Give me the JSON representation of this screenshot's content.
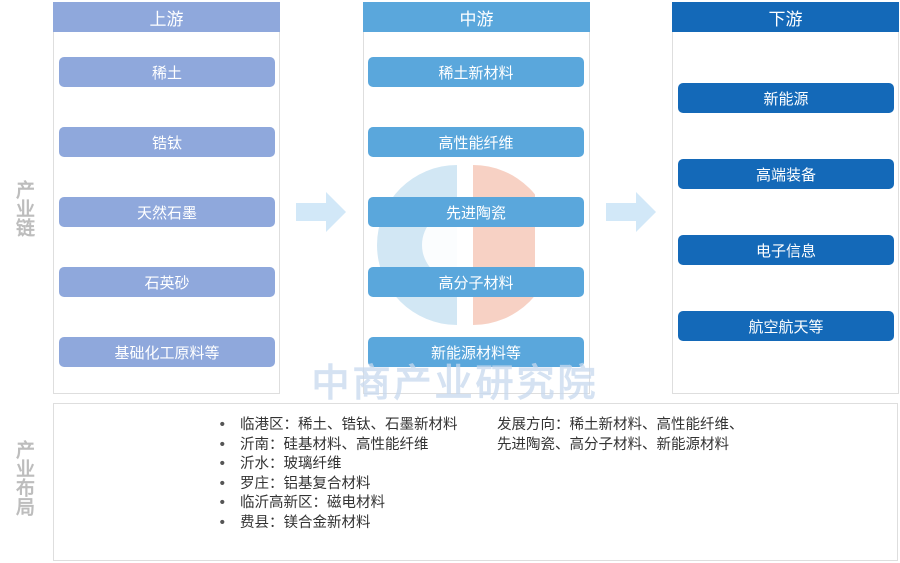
{
  "side_labels": {
    "chain": "产业链",
    "layout": "产业布局"
  },
  "columns": {
    "upstream": {
      "title": "上游",
      "items": [
        "稀土",
        "锆钛",
        "天然石墨",
        "石英砂",
        "基础化工原料等"
      ]
    },
    "midstream": {
      "title": "中游",
      "items": [
        "稀土新材料",
        "高性能纤维",
        "先进陶瓷",
        "高分子材料",
        "新能源材料等"
      ]
    },
    "downstream": {
      "title": "下游",
      "items": [
        "新能源",
        "高端装备",
        "电子信息",
        "航空航天等"
      ]
    }
  },
  "watermark": "中商产业研究院",
  "layout": {
    "regions": [
      "临港区：稀土、锆钛、石墨新材料",
      "沂南：硅基材料、高性能纤维",
      "沂水：玻璃纤维",
      "罗庄：铝基复合材料",
      "临沂高新区：磁电材料",
      "费县：镁合金新材料"
    ],
    "direction": "发展方向：稀土新材料、高性能纤维、先进陶瓷、高分子材料、新能源材料"
  },
  "colors": {
    "upstream": "#8fa8dc",
    "midstream": "#5aa7dc",
    "downstream": "#1469b8",
    "arrow": "#d2e8f8",
    "side_label": "#bdbdbd"
  }
}
